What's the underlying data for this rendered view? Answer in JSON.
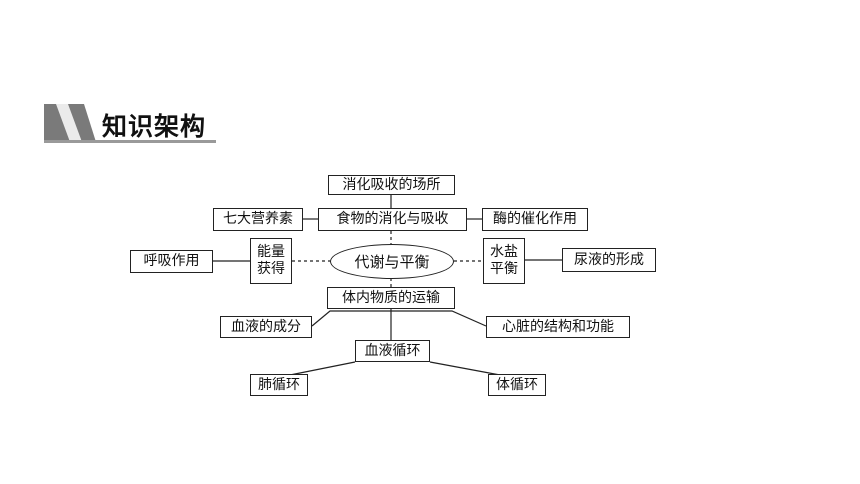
{
  "header": {
    "title": "知识架构"
  },
  "diagram": {
    "center": "代谢与平衡",
    "top": "消化吸收的场所",
    "digestion": "食物的消化与吸收",
    "nutrients": "七大营养素",
    "enzyme": "酶的催化作用",
    "energy": {
      "line1": "能量",
      "line2": "获得"
    },
    "respiration": "呼吸作用",
    "water_salt": {
      "line1": "水盐",
      "line2": "平衡"
    },
    "urine": "尿液的形成",
    "transport": "体内物质的运输",
    "blood_components": "血液的成分",
    "heart": "心脏的结构和功能",
    "circulation": "血液循环",
    "pulmonary": "肺循环",
    "systemic": "体循环"
  }
}
